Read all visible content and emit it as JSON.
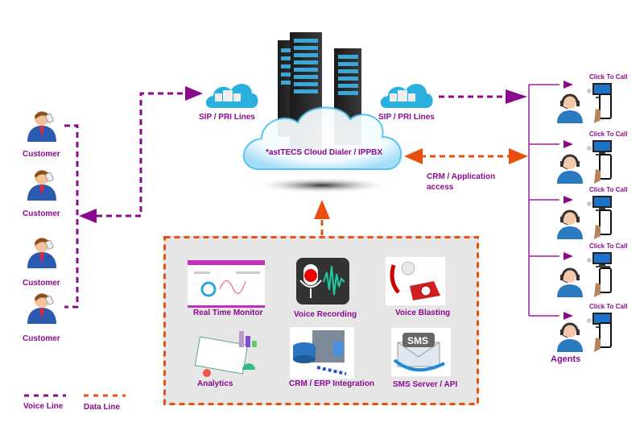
{
  "diagram": {
    "center": {
      "label": "*astTECS Cloud Dialer /  IPPBX",
      "sip_left_label": "SIP / PRI Lines",
      "sip_right_label": "SIP / PRI Lines"
    },
    "customers": [
      {
        "label": "Customer"
      },
      {
        "label": "Customer"
      },
      {
        "label": "Customer"
      },
      {
        "label": "Customer"
      }
    ],
    "crm_link": {
      "label_line1": "CRM / Application",
      "label_line2": "access"
    },
    "agents": {
      "label": "Agents",
      "items": [
        {
          "click_label": "Click To Call"
        },
        {
          "click_label": "Click To Call"
        },
        {
          "click_label": "Click To Call"
        },
        {
          "click_label": "Click To Call"
        },
        {
          "click_label": "Click To Call"
        }
      ]
    },
    "features": [
      {
        "label": "Real Time Monitor",
        "icon": "dashboard-icon"
      },
      {
        "label": "Voice Recording",
        "icon": "microphone-icon"
      },
      {
        "label": "Voice Blasting",
        "icon": "telephone-icon"
      },
      {
        "label": "Analytics",
        "icon": "analytics-icon"
      },
      {
        "label": "CRM / ERP  Integration",
        "icon": "database-server-icon"
      },
      {
        "label": "SMS Server / API",
        "icon": "sms-envelope-icon"
      }
    ],
    "legend": {
      "voice_line": "Voice Line",
      "data_line": "Data Line"
    },
    "colors": {
      "voice": "#8b0a8b",
      "data": "#e8500f",
      "label": "#8b0a8b",
      "cloud": "#2ab0df"
    }
  }
}
